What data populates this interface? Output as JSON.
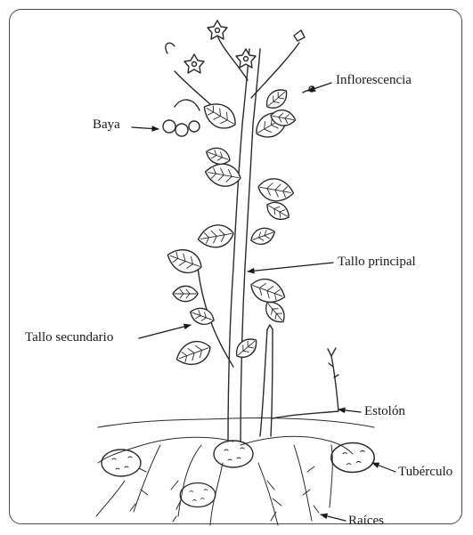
{
  "diagram": {
    "labels": {
      "inflorescencia": "Inflorescencia",
      "baya": "Baya",
      "tallo_principal": "Tallo principal",
      "tallo_secundario": "Tallo secundario",
      "estolon": "Estolón",
      "tuberculo": "Tubérculo",
      "raices": "Raíces"
    }
  }
}
